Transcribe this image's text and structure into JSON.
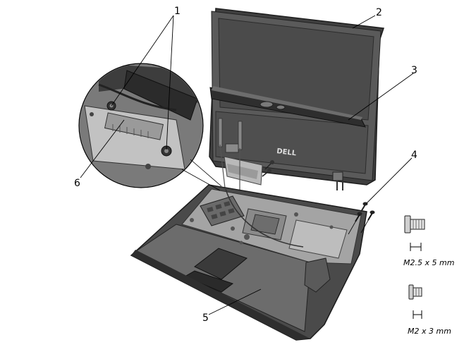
{
  "callouts": {
    "c1": "1",
    "c2": "2",
    "c3": "3",
    "c4": "4",
    "c5": "5",
    "c6": "6"
  },
  "screws": {
    "large_label": "M2.5 x 5 mm",
    "small_label": "M2 x 3 mm"
  },
  "display": {
    "logo": "DELL"
  },
  "colors": {
    "lid": "#4d4d4d",
    "lid_edge": "#2a2a2a",
    "base_light": "#8c8c8c",
    "base_dark": "#4a4a4a",
    "board": "#9e9e9e",
    "line": "#000000"
  }
}
